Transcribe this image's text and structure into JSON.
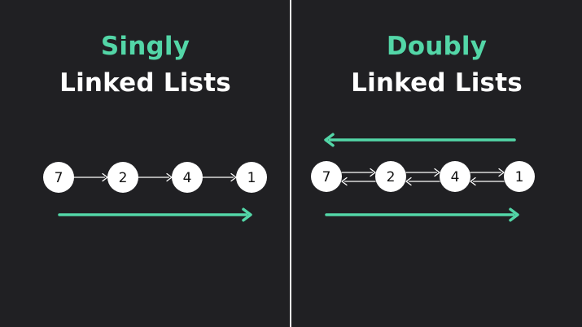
{
  "colors": {
    "background": "#202023",
    "divider": "#e9e9e9",
    "accent": "#53d6a7",
    "text": "#ffffff",
    "node_fill": "#ffffff",
    "node_text": "#111111",
    "edge": "#ffffff"
  },
  "singly": {
    "title_accent": "Singly",
    "title_main": "Linked Lists",
    "nodes": [
      "7",
      "2",
      "4",
      "1"
    ],
    "direction_arrow": "right"
  },
  "doubly": {
    "title_accent": "Doubly",
    "title_main": "Linked Lists",
    "nodes": [
      "7",
      "2",
      "4",
      "1"
    ],
    "direction_arrows": [
      "left",
      "right"
    ]
  }
}
